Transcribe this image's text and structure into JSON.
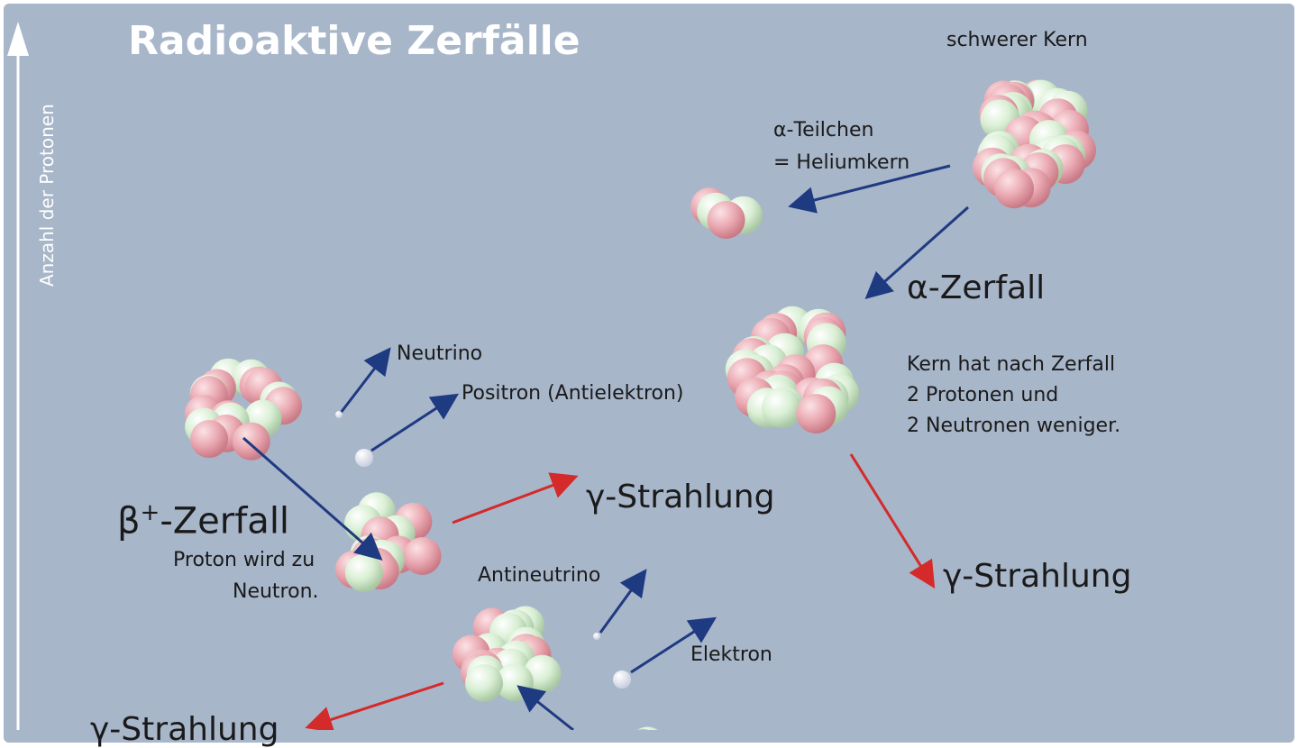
{
  "title": "Radioaktive Zerfälle",
  "y_axis_label": "Anzahl der Protonen",
  "labels": {
    "heavy_nucleus": "schwerer Kern",
    "alpha_particle_line1": "α-Teilchen",
    "alpha_particle_line2": "= Heliumkern",
    "alpha_decay": "α-Zerfall",
    "alpha_note_line1": "Kern hat nach Zerfall",
    "alpha_note_line2": "2 Protonen und",
    "alpha_note_line3": "2 Neutronen weniger.",
    "gamma_right": "γ-Strahlung",
    "neutrino": "Neutrino",
    "positron": "Positron (Antielektron)",
    "gamma_middle": "γ-Strahlung",
    "beta_plus_main": "β",
    "beta_plus_sup": "+",
    "beta_plus_rest": "-Zerfall",
    "beta_plus_note_line1": "Proton wird zu",
    "beta_plus_note_line2": "Neutron.",
    "antineutrino": "Antineutrino",
    "electron": "Elektron",
    "gamma_bottom": "γ-Strahlung"
  },
  "colors": {
    "background": "#a8b6ca",
    "proton": "#e6a6ae",
    "neutron": "#d6ecd0",
    "arrow_decay": "#1e3a80",
    "arrow_gamma": "#d42a2a",
    "title": "#ffffff"
  }
}
